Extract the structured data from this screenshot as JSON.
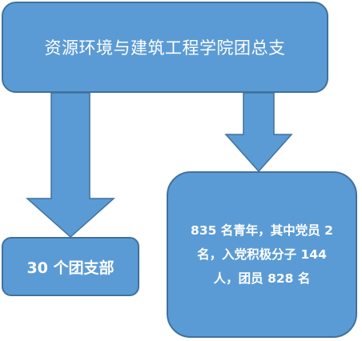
{
  "diagram": {
    "root": {
      "label": "资源环境与建筑工程学院团总支"
    },
    "children": [
      {
        "label": "30 个团支部"
      },
      {
        "label": "835 名青年，其中党员 2 名，入党积极分子 144 人，团员 828 名"
      }
    ]
  },
  "colors": {
    "fill": "#5b9bd5",
    "stroke": "#41719c",
    "text": "#ffffff"
  }
}
